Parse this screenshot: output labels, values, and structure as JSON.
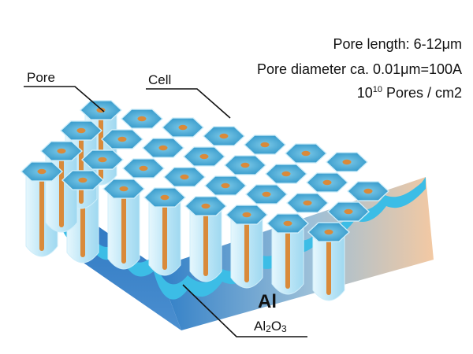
{
  "specs": {
    "pore_length": "Pore length: 6-12μm",
    "pore_diameter": "Pore diameter ca. 0.01μm=100A",
    "density_base": "10",
    "density_exp": "10",
    "density_rest": " Pores / cm2"
  },
  "labels": {
    "pore": "Pore",
    "cell": "Cell",
    "al": "Al",
    "oxide_a": "Al",
    "oxide_b": "2",
    "oxide_c": "O",
    "oxide_d": "3"
  },
  "colors": {
    "hex_top": "#3ea0cf",
    "hex_top_light": "#7cc9e8",
    "hex_edge": "#cfeefa",
    "pore_core": "#d98a3a",
    "cell_wall": "#bfe7f7",
    "oxide_band": "#3cbde6",
    "al_left": "#2f7ec7",
    "al_right": "#f3c9a3"
  }
}
